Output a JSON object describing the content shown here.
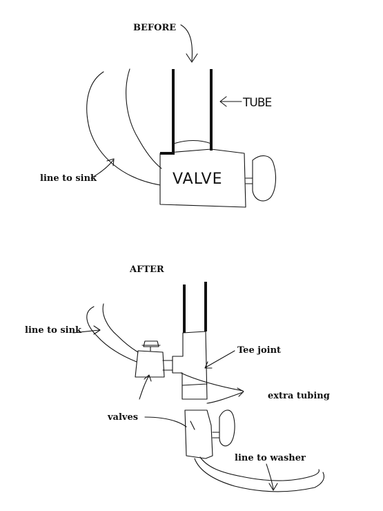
{
  "before": {
    "heading": "BEFORE",
    "tube_label": "TUBE",
    "valve_label": "VALVE",
    "sink_label": "line to sink"
  },
  "after": {
    "heading": "AFTER",
    "sink_label": "line to sink",
    "tee_label": "Tee joint",
    "extra_label": "extra tubing",
    "valves_label": "valves",
    "washer_label": "line to washer"
  }
}
